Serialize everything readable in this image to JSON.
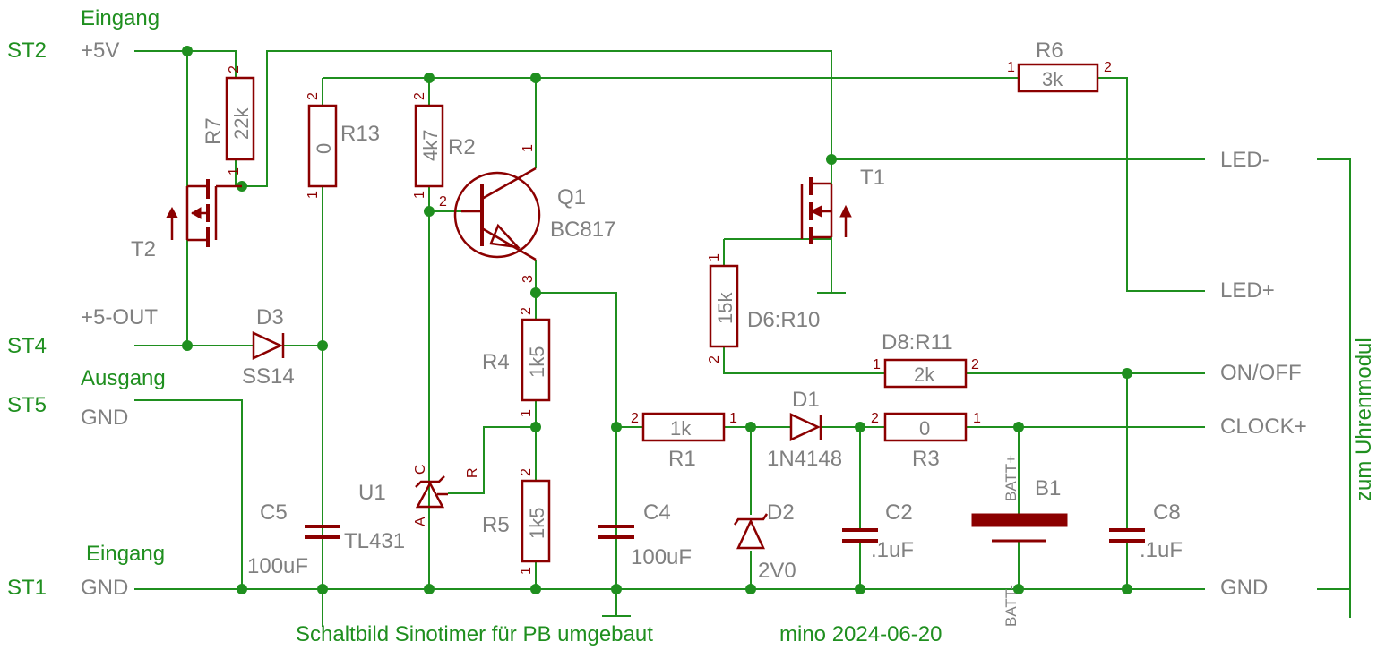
{
  "connectors": {
    "st2": "ST2",
    "st4": "ST4",
    "st5": "ST5",
    "st1": "ST1",
    "eingang_top": "Eingang",
    "ausgang": "Ausgang",
    "eingang_bottom": "Eingang"
  },
  "nets": {
    "plus5v": "+5V",
    "plus5_out": "+5-OUT",
    "gnd_st5": "GND",
    "gnd_st1": "GND",
    "led_minus": "LED-",
    "led_plus": "LED+",
    "on_off": "ON/OFF",
    "clock_plus": "CLOCK+",
    "gnd_right": "GND",
    "zum_uhrenmodul": "zum Uhrenmodul"
  },
  "components": {
    "r7": {
      "name": "R7",
      "value": "22k"
    },
    "r13": {
      "name": "R13",
      "value": "0"
    },
    "r2": {
      "name": "R2",
      "value": "4k7"
    },
    "q1": {
      "name": "Q1",
      "value": "BC817"
    },
    "r6": {
      "name": "R6",
      "value": "3k"
    },
    "t1": {
      "name": "T1"
    },
    "t2": {
      "name": "T2"
    },
    "d3": {
      "name": "D3",
      "value": "SS14"
    },
    "r4": {
      "name": "R4",
      "value": "1k5"
    },
    "r5": {
      "name": "R5",
      "value": "1k5"
    },
    "u1": {
      "name": "U1",
      "value": "TL431"
    },
    "c5": {
      "name": "C5",
      "value": "100uF"
    },
    "c4": {
      "name": "C4",
      "value": "100uF"
    },
    "r10": {
      "name": "D6:R10",
      "value": "15k"
    },
    "r11": {
      "name": "D8:R11",
      "value": "2k"
    },
    "r1": {
      "name": "R1",
      "value": "1k"
    },
    "d1": {
      "name": "D1",
      "value": "1N4148"
    },
    "r3": {
      "name": "R3",
      "value": "0"
    },
    "d2": {
      "name": "D2",
      "value": "2V0"
    },
    "c2": {
      "name": "C2",
      "value": ".1uF"
    },
    "b1": {
      "name": "B1",
      "batt_plus": "BATT+",
      "batt_minus": "BATT-"
    },
    "c8": {
      "name": "C8",
      "value": ".1uF"
    }
  },
  "pins": {
    "p1": "1",
    "p2": "2",
    "p3": "3",
    "u1_c": "C",
    "u1_a": "A",
    "u1_r": "R"
  },
  "footer": {
    "title": "Schaltbild Sinotimer für PB umgebaut",
    "author": "mino 2024-06-20"
  },
  "colors": {
    "wire": "#1f8f1f",
    "component": "#8b0000",
    "label": "#808080"
  }
}
